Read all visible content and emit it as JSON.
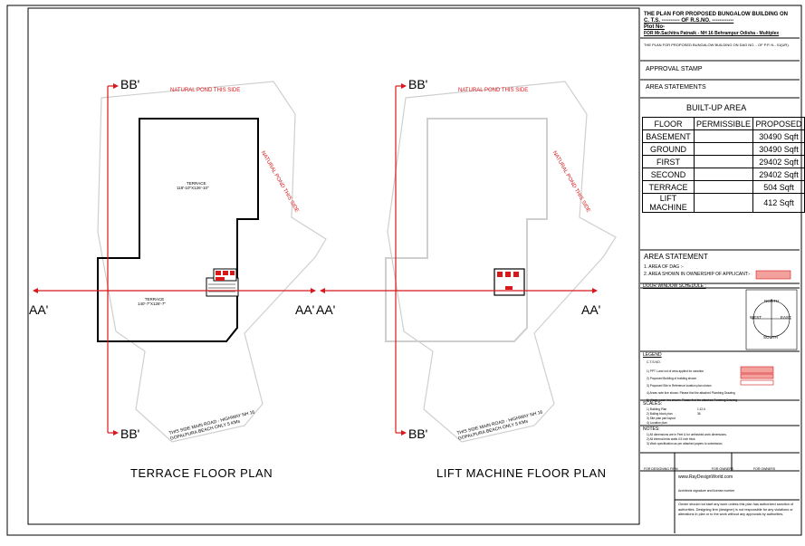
{
  "plans": {
    "left_title": "TERRACE  FLOOR PLAN",
    "right_title": "LIFT MACHINE  FLOOR PLAN",
    "section_aa": "AA'",
    "section_bb": "BB'",
    "pond_top": "NATURAL POND THIS SIDE",
    "pond_side": "NATURAL POND THIS SIDE",
    "road_line1": "THIS SIDE MAIN ROAD - HIGHWAY NH 16",
    "road_line2": "GOPALPURA BEACH ONLY 5 KMs",
    "terrace_label_1": "TERRACE",
    "terrace_dim_1": "118'-10\"X126'-10\"",
    "terrace_label_2": "TERRACE",
    "terrace_dim_2": "140'-7\"X126'-7\""
  },
  "title_block": {
    "heading1": "THE PLAN FOR PROPOSED  BUNGALOW  BUILDING ON",
    "heading2": "C. T.S. ---------- OF R.S.NO. ------------",
    "plot_no": "Plot No-",
    "owner": "FOR Mr.Sachitra Patnaik - NH 16 Behrampur Odisha - Multiplex",
    "sub_heading": "THE PLAN FOR PROPOSED BUNGALOW BUILDING ON DAG NO. - OF P.P. N.- 01(UR).",
    "approval_stamp": "APPROVAL STAMP",
    "area_statements": "AREA STATEMENTS",
    "built_up_area": "BUILT-UP AREA",
    "area_statement": "AREA STATEMENT",
    "area_of_dag": "1. AREA OF DAG :-",
    "area_shown": "2. AREA SHOWN IN OWNERSHIP OF APPLICANT:-",
    "door_window": "DOOR WINDOW SCHEDULE :",
    "north": "NORTH",
    "south": "SOUTH",
    "east": "EAST",
    "west": "WEST",
    "legend": "LEGEND",
    "legend_items": [
      "1) PPT. Land out of area applied for sanction",
      "2) Proposed Building of building shown",
      "3) Proposed Site in Reference location plan shown",
      "4) Areas note line shown: Please find the attached Plumbing Drawing",
      "5) Waste water line shown: Please find the attached Plumbing Drawing"
    ],
    "scales": "SCALES:",
    "scale_items": [
      "1) Building Plan",
      "2) Bulling block plan",
      "3) Site plan part layout",
      "4) Location plan"
    ],
    "scale_values": [
      "1:12.6",
      "",
      "",
      "36"
    ],
    "notes": "NOTES:",
    "note_items": [
      "1) All dimensions are in Feet & for unfinished work dimensions.",
      "2) All internal brick walls 4.5 inch thick.",
      "3) Work specification as per attached papers to submission."
    ],
    "for_designing_firm": "FOR DESIGNING FIRM",
    "for_owners_1": "FOR OWNERS",
    "for_owners_2": "FOR OWNERS",
    "website": "www.RayDesignWorld.com",
    "architect_sign": "Architects signature and license number",
    "disclaimer": "Owner should not start any work unless this plan has authorized sanction of authorities. Designing firm (designer) is not responsible for any violations or alterations in plan or to the work without any approvals by authorities.",
    "ctand": "C.T.S.NO."
  },
  "built_up_table": {
    "headers": [
      "FLOOR",
      "PERMISSIBLE",
      "PROPOSED"
    ],
    "rows": [
      {
        "floor": "BASEMENT",
        "permissible": "",
        "proposed": "30490 Sqft"
      },
      {
        "floor": "GROUND",
        "permissible": "",
        "proposed": "30490 Sqft"
      },
      {
        "floor": "FIRST",
        "permissible": "",
        "proposed": "29402 Sqft"
      },
      {
        "floor": "SECOND",
        "permissible": "",
        "proposed": "29402 Sqft"
      },
      {
        "floor": "TERRACE",
        "permissible": "",
        "proposed": "504 Sqft"
      },
      {
        "floor": "LIFT\nMACHINE",
        "permissible": "",
        "proposed": "412 Sqft"
      }
    ]
  },
  "colors": {
    "red": "#d8181a",
    "hatch": "#f2a19d"
  }
}
